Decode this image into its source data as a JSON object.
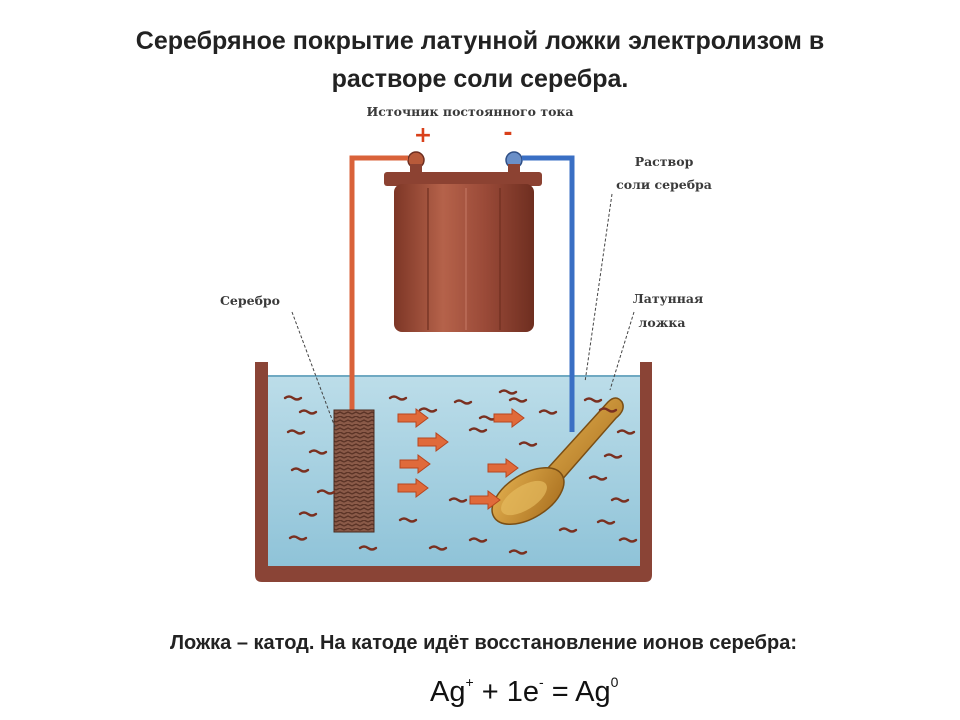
{
  "title": {
    "line1": "Серебряное покрытие латунной ложки электролизом в",
    "line2": "растворе соли серебра."
  },
  "diagram": {
    "source_label": "Источник постоянного тока",
    "plus_sign": "+",
    "minus_sign": "-",
    "solution_label_line1": "Раствор",
    "solution_label_line2": "соли серебра",
    "silver_label": "Серебро",
    "spoon_label_line1": "Латунная",
    "spoon_label_line2": "ложка",
    "colors": {
      "anode_wire": "#d9623a",
      "cathode_wire": "#3a6fc4",
      "water": "#a9cfe0",
      "tank": "#8a4436",
      "battery": "#9a4a38",
      "spoon": "#c9922e",
      "ion_arrow": "#e06a3a"
    }
  },
  "caption": "Ложка – катод. На катоде идёт восстановление ионов серебра:",
  "equation": {
    "ag": "Ag",
    "ion_charge": "+",
    "plus": " + 1e",
    "electron_charge": "-",
    "equals": " = Ag",
    "zero_charge": "0"
  }
}
